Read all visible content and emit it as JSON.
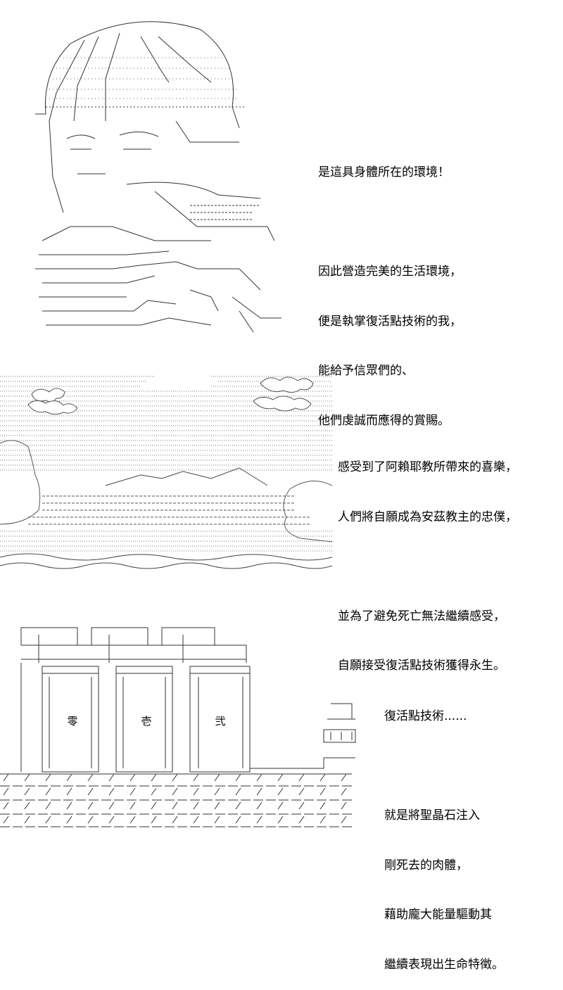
{
  "panel1": {
    "text_lines": [
      "是這具身體所在的環境！",
      "",
      "因此營造完美的生活環境，",
      "便是執掌復活點技術的我，",
      "能給予信眾們的、",
      "他們虔誠而應得的賞賜。"
    ]
  },
  "panel2": {
    "text_lines": [
      "感受到了阿賴耶教所帶來的喜樂，",
      "人們將自願成為安茲教主的忠僕，",
      "",
      "並為了避免死亡無法繼續感受，",
      "自願接受復活點技術獲得永生。"
    ]
  },
  "panel3": {
    "text_lines": [
      "復活點技術......",
      "",
      "就是將聖晶石注入",
      "剛死去的肉體，",
      "藉助龐大能量驅動其",
      "繼續表現出生命特徵。"
    ],
    "tank_labels": [
      "零",
      "壱",
      "弐"
    ]
  }
}
